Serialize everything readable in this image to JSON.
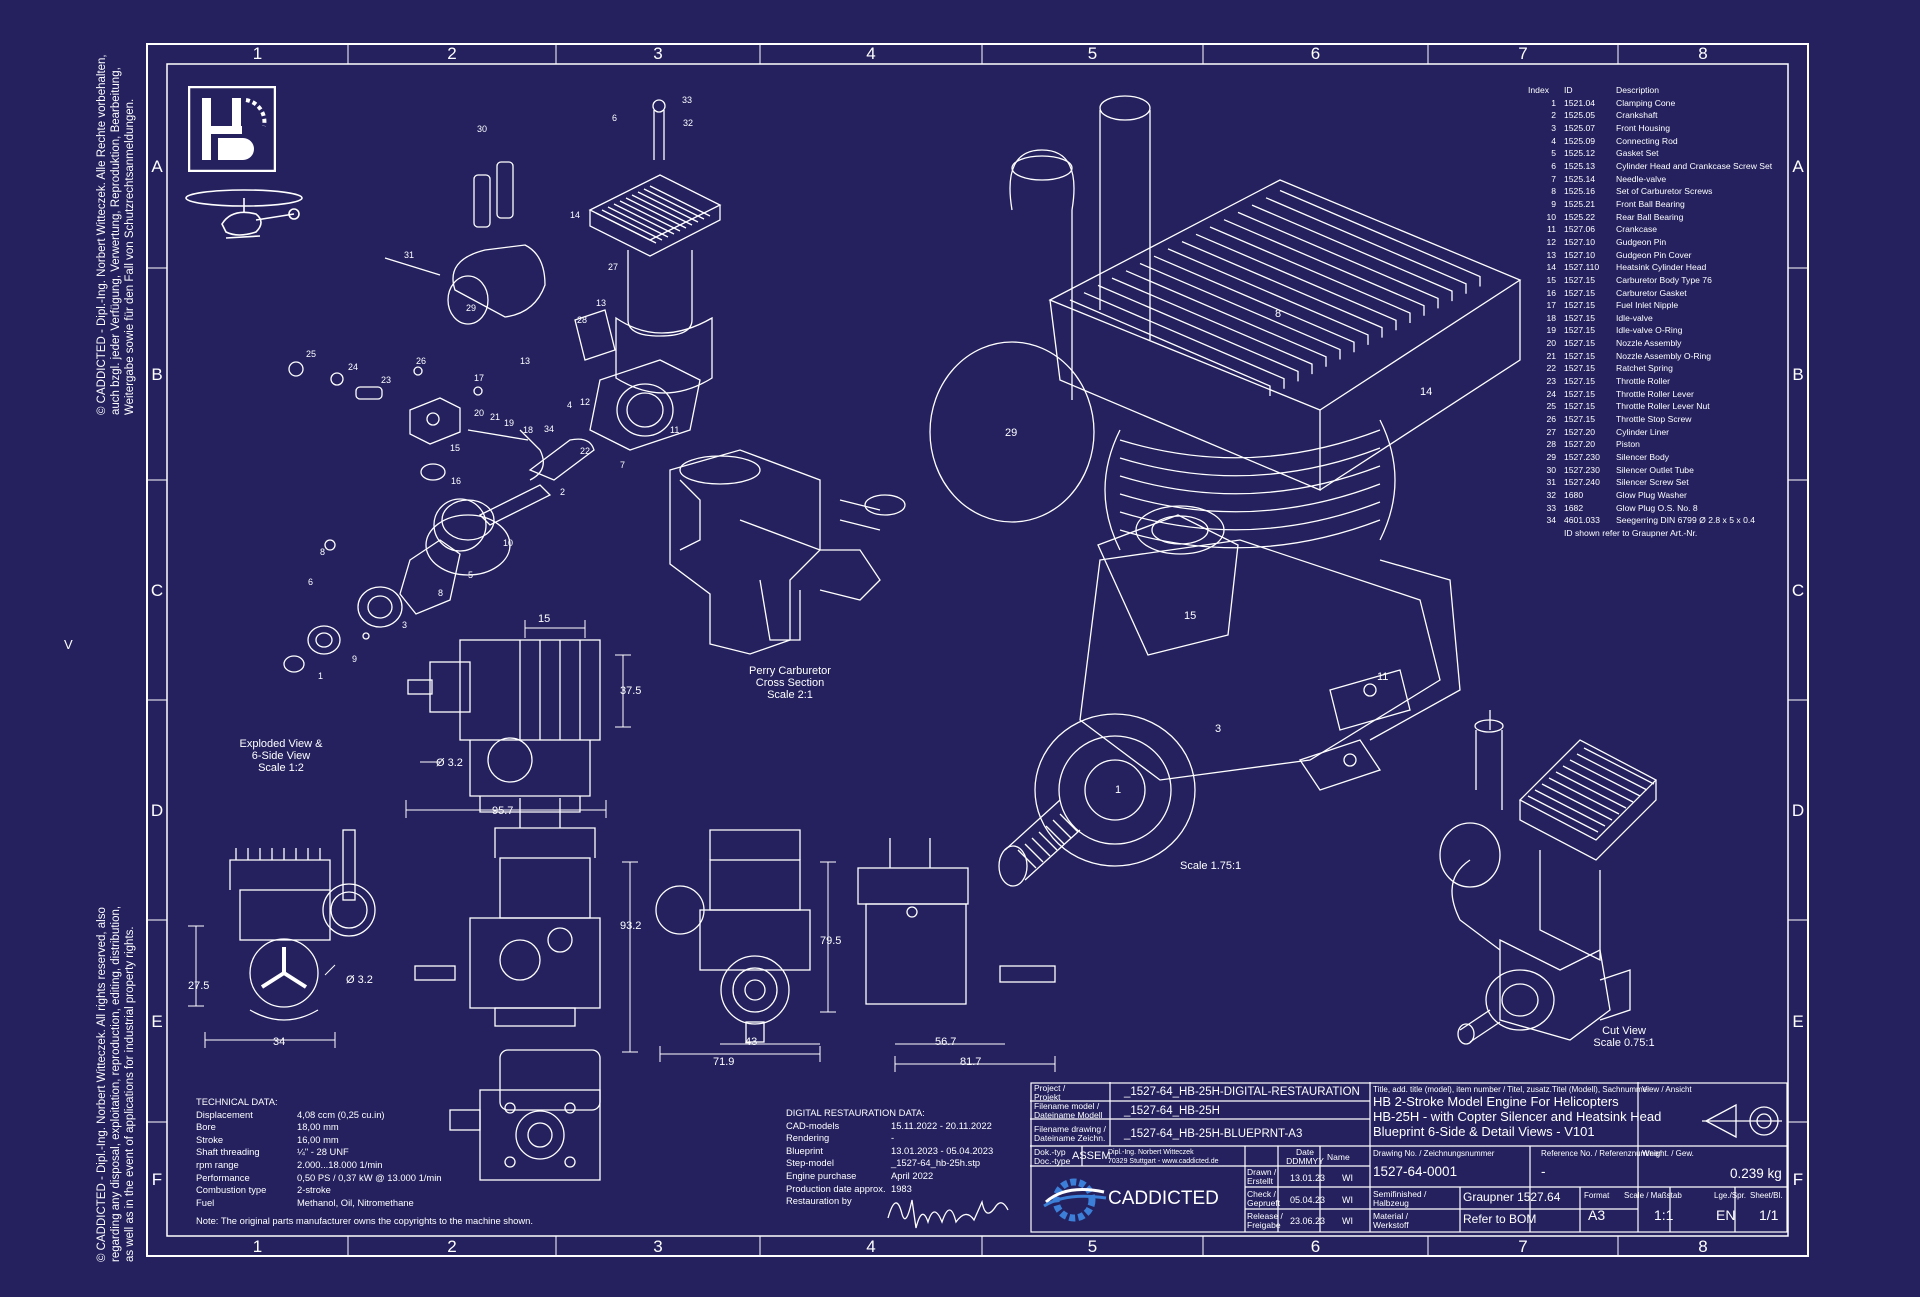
{
  "frame": {
    "columns": [
      "1",
      "2",
      "3",
      "4",
      "5",
      "6",
      "7",
      "8"
    ],
    "rows": [
      "A",
      "B",
      "C",
      "D",
      "E",
      "F"
    ]
  },
  "colors": {
    "background": "#24215e",
    "lines": "#ffffff"
  },
  "icons": {
    "logo": "hb-logo-icon",
    "helicopter": "helicopter-icon",
    "projection": "projection-symbol-icon",
    "brand": "caddicted-logo-icon"
  },
  "copyright": {
    "german": [
      "© CADDICTED - Dipl.-Ing. Norbert Witteczek. Alle Rechte vorbehalten,",
      "auch bzgl. jeder Verfügung, Verwertung, Reproduktion, Bearbeitung,",
      "Weitergabe sowie für den Fall von Schutzrechtsanmeldungen."
    ],
    "english": [
      "© CADDICTED - Dipl.-Ing. Norbert Witteczek. All rights reserved, also",
      "regarding any disposal, exploitation, reproduction, editing, distribution,",
      "as well as in the event of applications for industrial property rights."
    ],
    "side_mark": "V"
  },
  "views": {
    "exploded": [
      "Exploded View &",
      "6-Side View",
      "Scale 1:2"
    ],
    "carburetor": [
      "Perry Carburetor",
      "Cross Section",
      "Scale 2:1"
    ],
    "main": "Scale 1.75:1",
    "cut": [
      "Cut View",
      "Scale 0.75:1"
    ]
  },
  "dimensions": [
    "15",
    "37.5",
    "3.2",
    "95.7",
    "93.2",
    "79.5",
    "27.5",
    "3.2",
    "34",
    "43",
    "71.9",
    "56.7",
    "81.7"
  ],
  "callouts_exploded": [
    "33",
    "32",
    "6",
    "30",
    "14",
    "31",
    "27",
    "29",
    "13",
    "28",
    "25",
    "24",
    "23",
    "26",
    "17",
    "13",
    "12",
    "4",
    "11",
    "20",
    "21",
    "19",
    "18",
    "34",
    "15",
    "22",
    "7",
    "16",
    "2",
    "10",
    "8",
    "5",
    "6",
    "8",
    "3",
    "9",
    "1"
  ],
  "callouts_main": [
    "8",
    "14",
    "29",
    "15",
    "11",
    "3",
    "1"
  ],
  "bom": {
    "headers": [
      "Index",
      "ID",
      "Description"
    ],
    "rows": [
      [
        "1",
        "1521.04",
        "Clamping Cone"
      ],
      [
        "2",
        "1525.05",
        "Crankshaft"
      ],
      [
        "3",
        "1525.07",
        "Front Housing"
      ],
      [
        "4",
        "1525.09",
        "Connecting Rod"
      ],
      [
        "5",
        "1525.12",
        "Gasket Set"
      ],
      [
        "6",
        "1525.13",
        "Cylinder Head and Crankcase Screw Set"
      ],
      [
        "7",
        "1525.14",
        "Needle-valve"
      ],
      [
        "8",
        "1525.16",
        "Set of Carburetor Screws"
      ],
      [
        "9",
        "1525.21",
        "Front Ball Bearing"
      ],
      [
        "10",
        "1525.22",
        "Rear Ball Bearing"
      ],
      [
        "11",
        "1527.06",
        "Crankcase"
      ],
      [
        "12",
        "1527.10",
        "Gudgeon Pin"
      ],
      [
        "13",
        "1527.10",
        "Gudgeon Pin Cover"
      ],
      [
        "14",
        "1527.110",
        "Heatsink Cylinder Head"
      ],
      [
        "15",
        "1527.15",
        "Carburetor Body Type 76"
      ],
      [
        "16",
        "1527.15",
        "Carburetor Gasket"
      ],
      [
        "17",
        "1527.15",
        "Fuel Inlet Nipple"
      ],
      [
        "18",
        "1527.15",
        "Idle-valve"
      ],
      [
        "19",
        "1527.15",
        "Idle-valve O-Ring"
      ],
      [
        "20",
        "1527.15",
        "Nozzle Assembly"
      ],
      [
        "21",
        "1527.15",
        "Nozzle Assembly O-Ring"
      ],
      [
        "22",
        "1527.15",
        "Ratchet Spring"
      ],
      [
        "23",
        "1527.15",
        "Throttle Roller"
      ],
      [
        "24",
        "1527.15",
        "Throttle Roller Lever"
      ],
      [
        "25",
        "1527.15",
        "Throttle Roller Lever Nut"
      ],
      [
        "26",
        "1527.15",
        "Throttle Stop Screw"
      ],
      [
        "27",
        "1527.20",
        "Cylinder Liner"
      ],
      [
        "28",
        "1527.20",
        "Piston"
      ],
      [
        "29",
        "1527.230",
        "Silencer Body"
      ],
      [
        "30",
        "1527.230",
        "Silencer Outlet Tube"
      ],
      [
        "31",
        "1527.240",
        "Silencer Screw Set"
      ],
      [
        "32",
        "1680",
        "Glow Plug Washer"
      ],
      [
        "33",
        "1682",
        "Glow Plug O.S. No. 8"
      ],
      [
        "34",
        "4601.033",
        "Seegerring DIN 6799 Ø 2.8 x 5 x 0.4"
      ]
    ],
    "note": "ID shown refer to Graupner Art.-Nr."
  },
  "technical": {
    "title": "TECHNICAL DATA:",
    "rows": [
      [
        "Displacement",
        "4,08 ccm (0,25 cu.in)"
      ],
      [
        "Bore",
        "18,00 mm"
      ],
      [
        "Stroke",
        "16,00 mm"
      ],
      [
        "Shaft threading",
        "¼\" - 28 UNF"
      ],
      [
        "rpm range",
        "2.000...18.000 1/min"
      ],
      [
        "Performance",
        "0,50 PS / 0,37 kW @ 13.000 1/min"
      ],
      [
        "Combustion type",
        "2-stroke"
      ],
      [
        "Fuel",
        "Methanol, Oil, Nitromethane"
      ]
    ],
    "note": "Note: The original parts manufacturer owns the copyrights to the machine shown."
  },
  "restoration": {
    "title": "DIGITAL RESTAURATION DATA:",
    "rows": [
      [
        "CAD-models",
        "15.11.2022 - 20.11.2022"
      ],
      [
        "Rendering",
        "-"
      ],
      [
        "Blueprint",
        "13.01.2023 - 05.04.2023"
      ],
      [
        "Step-model",
        "_1527-64_hb-25h.stp"
      ],
      [
        "Engine purchase",
        "April 2022"
      ],
      [
        "Production date approx.",
        "1983"
      ],
      [
        "Restauration by",
        ""
      ]
    ]
  },
  "titleblock": {
    "project_label": [
      "Project /",
      "Projekt"
    ],
    "project": "_1527-64_HB-25H-DIGITAL-RESTAURATION",
    "filename_model_label": [
      "Filename model /",
      "Dateiname Modell"
    ],
    "filename_model": "_1527-64_HB-25H",
    "filename_drawing_label": [
      "Filename drawing /",
      "Dateiname Zeichn."
    ],
    "filename_drawing": "_1527-64_HB-25H-BLUEPRNT-A3",
    "doc_type_label": [
      "Dok.-typ",
      "Doc.-type"
    ],
    "doc_type": "ASSEM",
    "author": [
      "Dipl.-Ing. Norbert Witteczek",
      "70329 Stuttgart - www.caddicted.de"
    ],
    "date_label": [
      "Date",
      "DDMMYY"
    ],
    "name_label": "Name",
    "drawn_label": [
      "Drawn /",
      "Erstellt"
    ],
    "drawn_date": "13.01.23",
    "drawn_name": "WI",
    "check_label": [
      "Check /",
      "Geprueft"
    ],
    "check_date": "05.04.23",
    "check_name": "WI",
    "release_label": [
      "Release /",
      "Freigabe"
    ],
    "release_date": "23.06.23",
    "release_name": "WI",
    "brand": "CADDICTED",
    "title_label": "Title, add. title (model), item number / Titel, zusatz.Titel (Modell), Sachnummer",
    "title_lines": [
      "HB 2-Stroke Model Engine For Helicopters",
      "HB-25H - with Copter Silencer and Heatsink Head",
      "Blueprint 6-Side & Detail Views - V101"
    ],
    "view_label": "View / Ansicht",
    "drawing_no_label": "Drawing No. / Zeichnungsnummer",
    "drawing_no": "1527-64-0001",
    "reference_label": "Reference No. / Referenznummer",
    "reference": "-",
    "weight_label": "Weight. / Gew.",
    "weight": "0.239 kg",
    "semifinished_label": [
      "Semifinished /",
      "Halbzeug"
    ],
    "semifinished": "Graupner 1527.64",
    "material_label": [
      "Material /",
      "Werkstoff"
    ],
    "material": "Refer to BOM",
    "format_label": "Format",
    "format": "A3",
    "scale_label": "Scale / Maßstab",
    "scale": "1:1",
    "lang_label": "Lge./Spr.",
    "lang": "EN",
    "sheet_label": "Sheet/Bl.",
    "sheet": "1/1"
  }
}
